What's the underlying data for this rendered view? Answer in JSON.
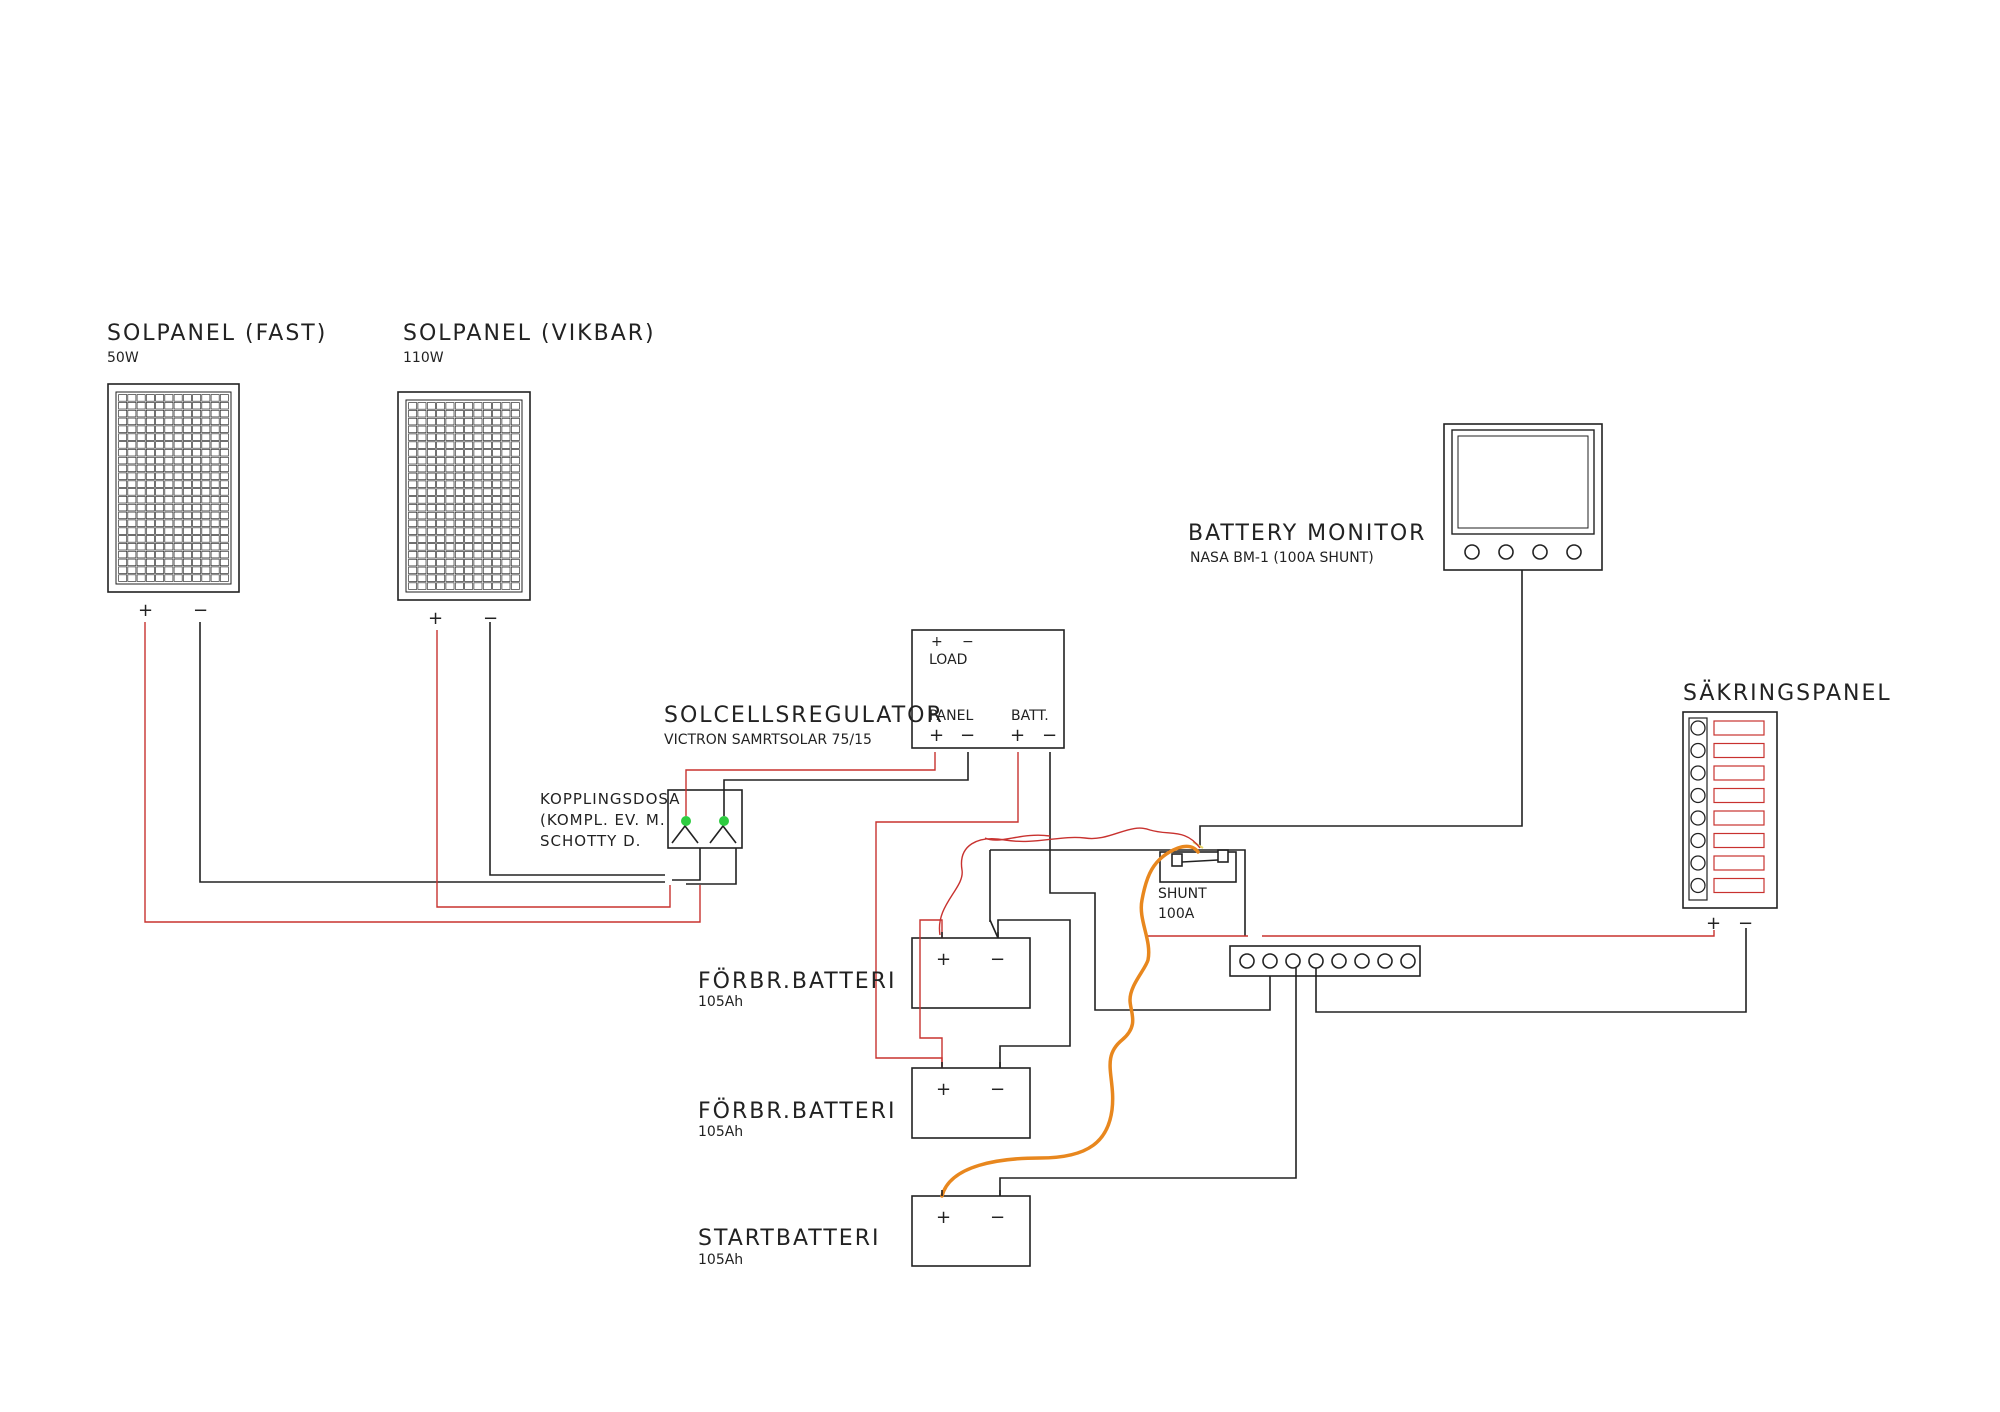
{
  "panels": [
    {
      "title": "SOLPANEL (FAST)",
      "power": "50W"
    },
    {
      "title": "SOLPANEL (VIKBAR)",
      "power": "110W"
    }
  ],
  "terminals": {
    "plus": "+",
    "minus": "−"
  },
  "regulator": {
    "title": "SOLCELLSREGULATOR",
    "model": "VICTRON SAMRTSOLAR 75/15",
    "load": "LOAD",
    "panel": "PANEL",
    "batt": "BATT."
  },
  "junction_box": {
    "line1": "KOPPLINGSDOSA",
    "line2": "(KOMPL. EV. M.",
    "line3": "SCHOTTY D."
  },
  "monitor": {
    "title": "BATTERY MONITOR",
    "model": "NASA BM-1 (100A SHUNT)"
  },
  "shunt": {
    "label": "SHUNT",
    "rating": "100A"
  },
  "fuse_panel": {
    "title": "SÄKRINGSPANEL"
  },
  "batteries": [
    {
      "title": "FÖRBR.BATTERI",
      "capacity": "105Ah"
    },
    {
      "title": "FÖRBR.BATTERI",
      "capacity": "105Ah"
    },
    {
      "title": "STARTBATTERI",
      "capacity": "105Ah"
    }
  ],
  "colors": {
    "positive_wire": "#c8322f",
    "negative_wire": "#222222",
    "start_cable": "#e8871e",
    "junction_dot": "#2ecc40"
  }
}
